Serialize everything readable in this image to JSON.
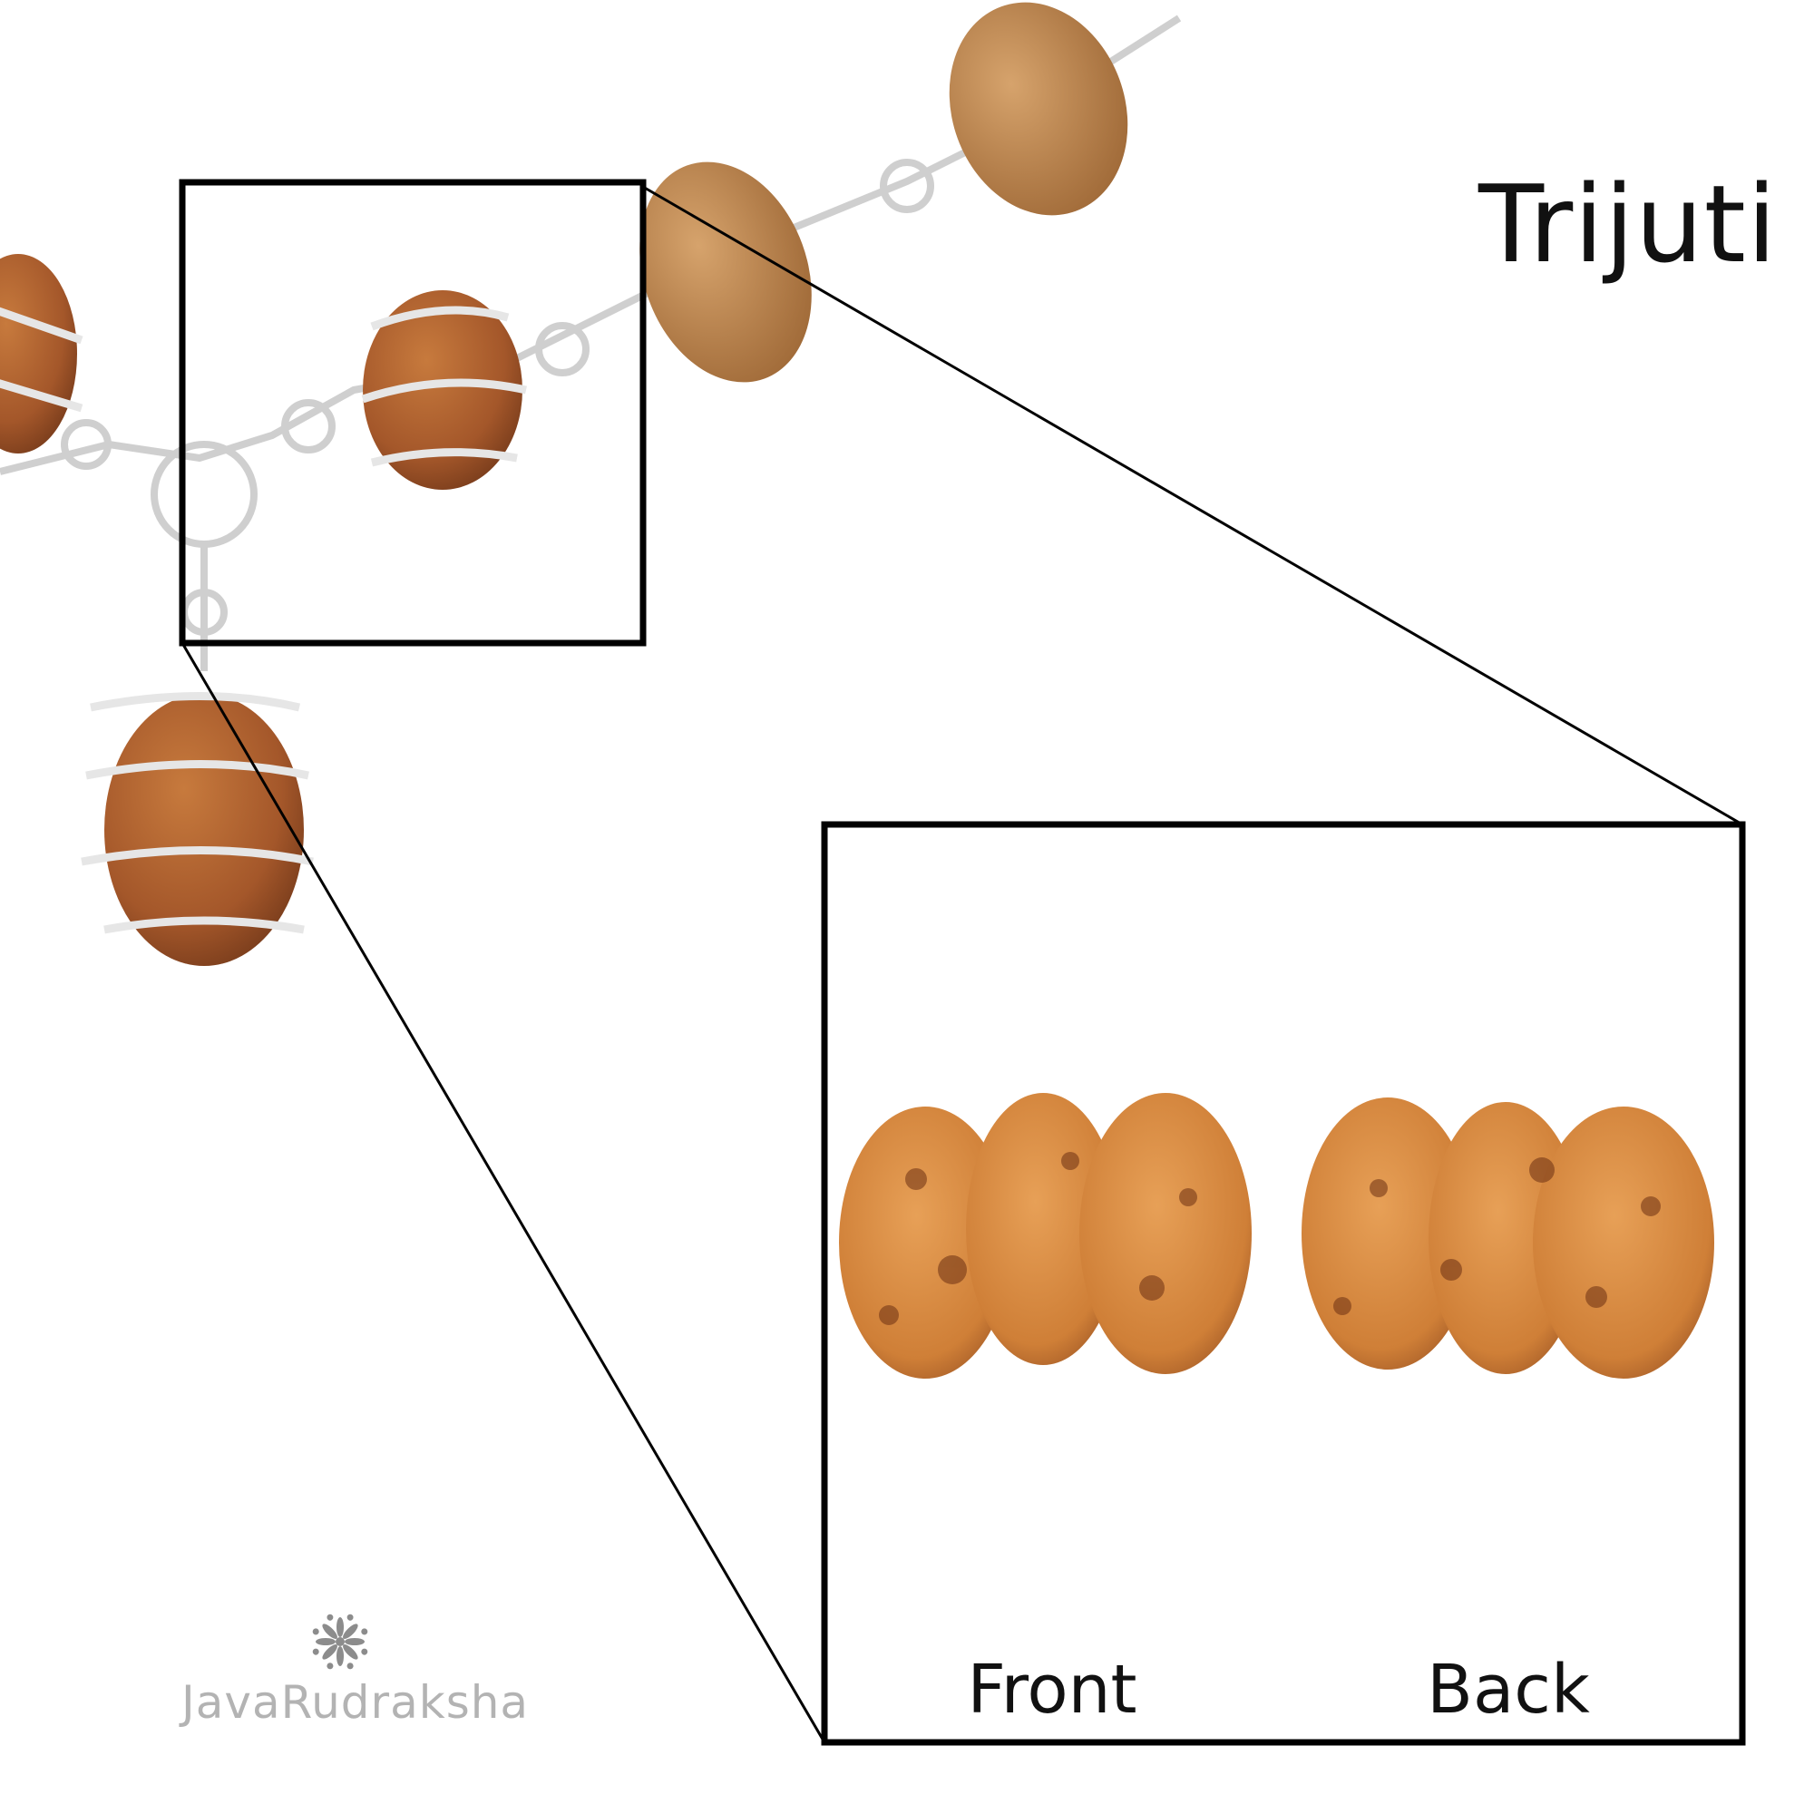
{
  "title": "Trijuti",
  "inset": {
    "labels": [
      "Front",
      "Back"
    ]
  },
  "brand": {
    "name": "JavaRudraksha",
    "icon": "flower-logo-icon"
  },
  "colors": {
    "bead": "#b0622c",
    "bead_inset": "#d98a3e",
    "silver": "#d6d6d6",
    "frame": "#000000",
    "brand_gray": "#9a9a9a"
  }
}
